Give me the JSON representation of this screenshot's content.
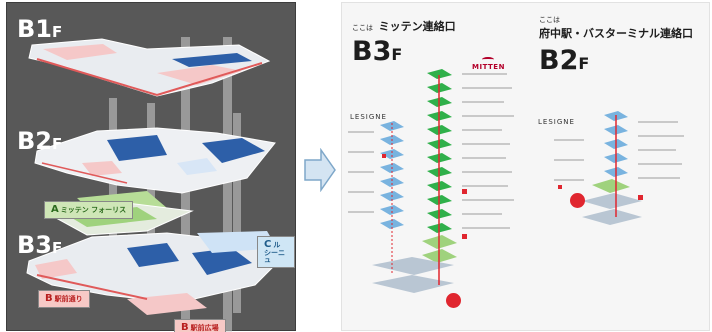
{
  "left_map": {
    "floors": [
      {
        "main": "B1",
        "suffix": "F"
      },
      {
        "main": "B2",
        "suffix": "F"
      },
      {
        "main": "B3",
        "suffix": "F"
      }
    ],
    "callouts": {
      "a": {
        "key": "A",
        "text": "ミッテン フォーリス"
      },
      "c": {
        "key": "C",
        "text": "ル シーニュ"
      },
      "b1": {
        "key": "B",
        "text": "駅前通り"
      },
      "b2": {
        "key": "B",
        "text": "駅前広場"
      }
    }
  },
  "boards": [
    {
      "here": "ここは",
      "destination": "ミッテン連絡口",
      "floor_main": "B3",
      "floor_suffix": "F",
      "brand": "MITTEN",
      "building": "LESIGNE"
    },
    {
      "here": "ここは",
      "destination": "府中駅・バスターミナル連絡口",
      "floor_main": "B2",
      "floor_suffix": "F",
      "building": "LESIGNE"
    }
  ],
  "colors": {
    "map_bg": "#585858",
    "mitten_green": "#2fb04a",
    "lesigne_blue": "#79b3df",
    "route_red": "#e0262f"
  },
  "icons": [
    "right-arrow-icon",
    "current-location-icon"
  ]
}
